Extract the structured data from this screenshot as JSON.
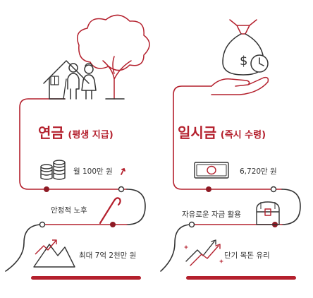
{
  "pension": {
    "title": "연금",
    "subtitle": "(평생 지급)",
    "monthly": "월 100만 원",
    "stability": "안정적 노후",
    "max_total": "최대 7억 2천만 원"
  },
  "lump_sum": {
    "title": "일시금",
    "subtitle": "(즉시 수령)",
    "amount": "6,720만 원",
    "freedom": "자유로운 자금 활용",
    "short_term": "단기 목돈 유리"
  },
  "colors": {
    "accent": "#b4202d",
    "line": "#333333",
    "dot": "#8e1a24"
  },
  "icons": {
    "pension_header": "elderly-couple-house-tree-icon",
    "lump_header": "money-bag-hand-clock-icon",
    "coins": "coin-stack-icon",
    "cane": "cane-icon",
    "mountain": "mountain-growth-icon",
    "banknote": "banknote-icon",
    "chest": "treasure-chest-icon",
    "growth": "growth-arrow-icon"
  }
}
